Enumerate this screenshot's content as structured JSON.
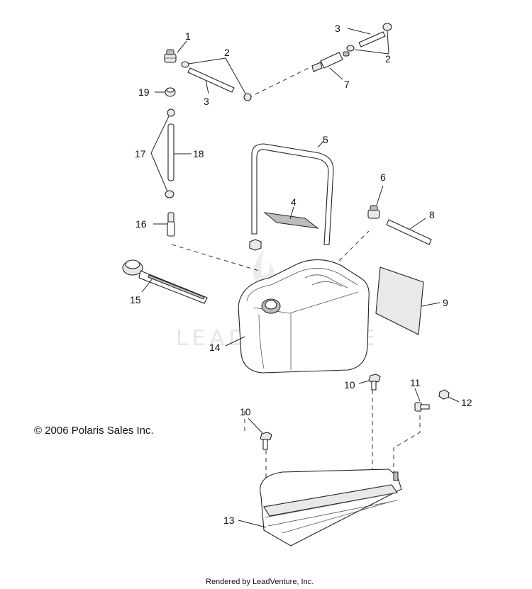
{
  "callouts": {
    "c1": "1",
    "c2a": "2",
    "c2b": "2",
    "c3a": "3",
    "c3b": "3",
    "c4": "4",
    "c5": "5",
    "c6": "6",
    "c7": "7",
    "c8": "8",
    "c9": "9",
    "c10a": "10",
    "c10b": "10",
    "c11": "11",
    "c12": "12",
    "c13": "13",
    "c14": "14",
    "c15": "15",
    "c16": "16",
    "c17": "17",
    "c18": "18",
    "c19": "19"
  },
  "copyright": "© 2006 Polaris Sales Inc.",
  "watermark": "LEADVENTURE",
  "footer": "Rendered by LeadVenture, Inc."
}
